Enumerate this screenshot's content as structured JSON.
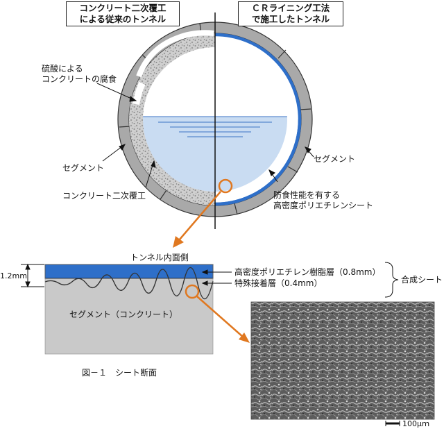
{
  "top": {
    "left_box": [
      "コンクリート二次覆工",
      "による従来のトンネル"
    ],
    "right_box": [
      "ＣＲライニング工法",
      "で施工したトンネル"
    ],
    "corrosion_label": [
      "硫酸による",
      "コンクリートの腐食"
    ],
    "segment_left": "セグメント",
    "segment_right": "セグメント",
    "secondary_lining": "コンクリート二次覆工",
    "hdpe_label": [
      "防食性能を有する",
      "高密度ポリエチレンシート"
    ]
  },
  "section": {
    "tunnel_inner": "トンネル内面側",
    "thickness": "1.2mm",
    "hdpe_layer": "高密度ポリエチレン樹脂層（0.8mm）",
    "adhesive_layer": "特殊接着層（0.4mm）",
    "composite": "合成シート",
    "segment_concrete": "セグメント（コンクリート）",
    "figure_caption": "図－１　シート断面",
    "scale_bar": "100μｍ"
  },
  "colors": {
    "blue_sheet": "#2e6fc9",
    "water": "#c9dcf2",
    "segment_gray": "#a9a9a9",
    "concrete_gray": "#c9c9c9",
    "arrow_orange": "#e07820"
  }
}
